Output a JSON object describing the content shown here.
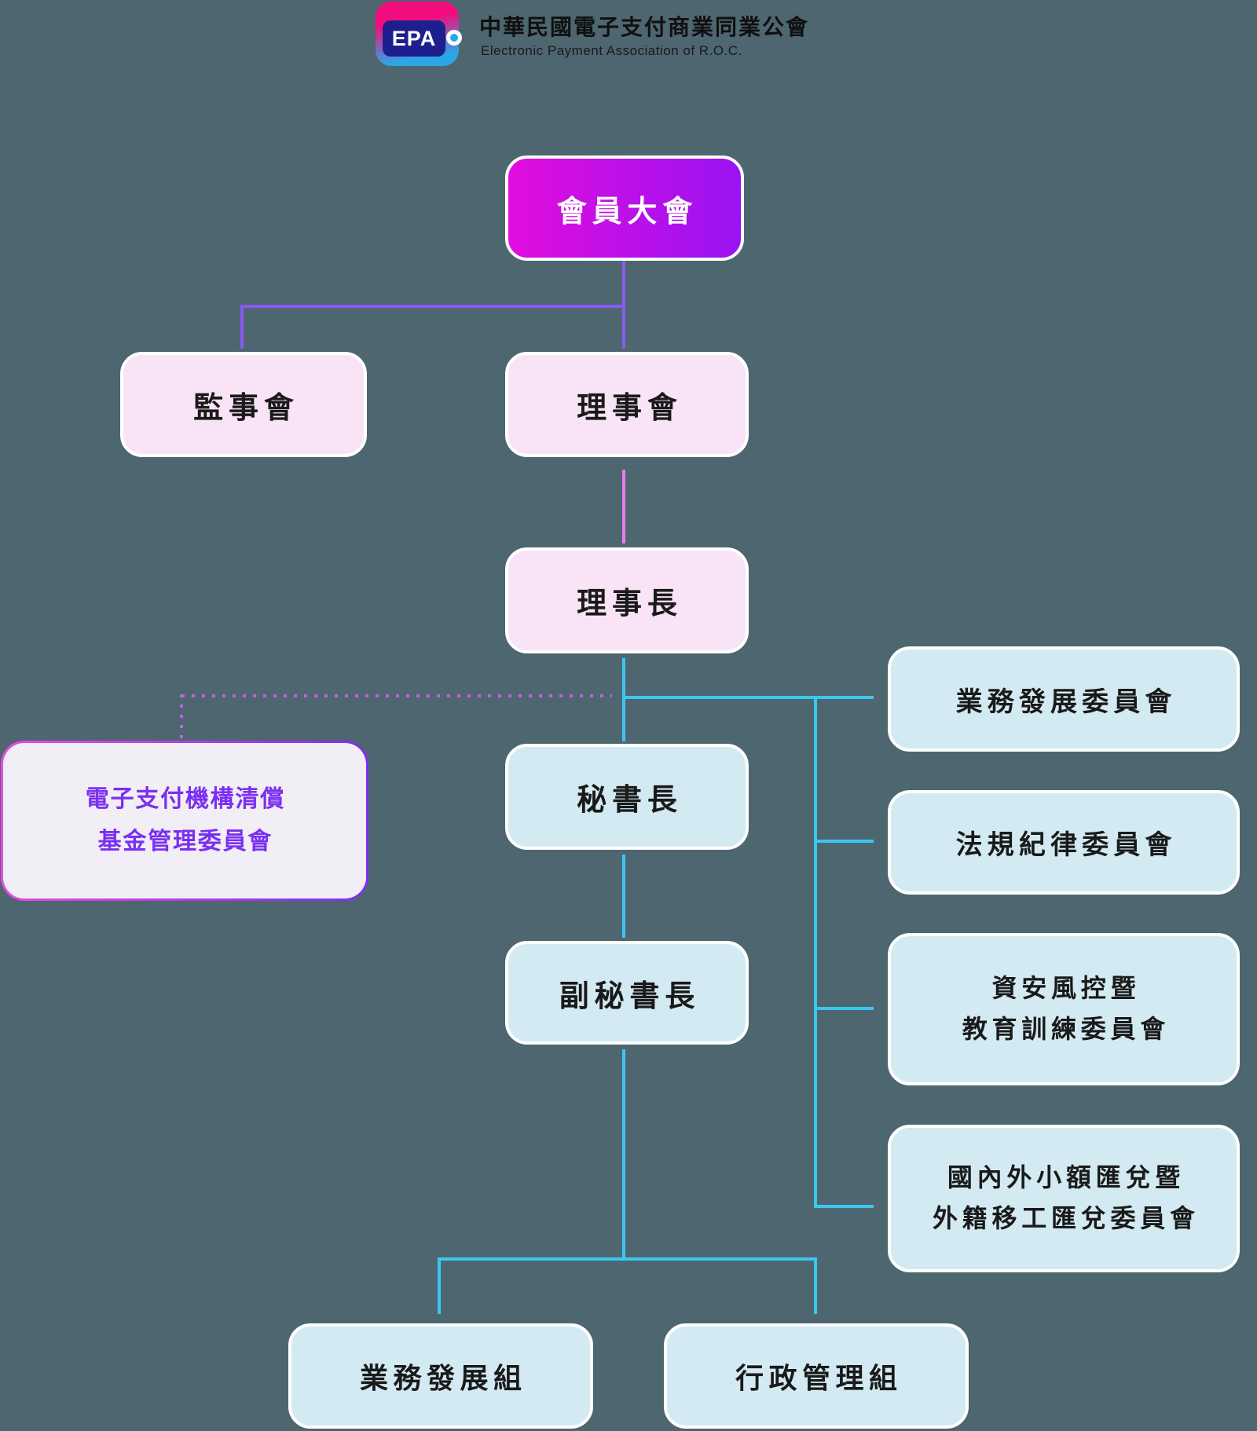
{
  "header": {
    "logo_text": "EPA",
    "org_zh": "中華民國電子支付商業同業公會",
    "org_en": "Electronic Payment Association of R.O.C."
  },
  "nodes": {
    "assembly": {
      "label": "會員大會"
    },
    "supervisors": {
      "label": "監事會"
    },
    "directors": {
      "label": "理事會"
    },
    "chairman": {
      "label": "理事長"
    },
    "secretary": {
      "label": "秘書長"
    },
    "deputy": {
      "label": "副秘書長"
    },
    "fund": {
      "line1": "電子支付機構清償",
      "line2": "基金管理委員會"
    },
    "committee_business": {
      "label": "業務發展委員會"
    },
    "committee_legal": {
      "label": "法規紀律委員會"
    },
    "committee_security": {
      "line1": "資安風控暨",
      "line2": "教育訓練委員會"
    },
    "committee_remittance": {
      "line1": "國內外小額匯兌暨",
      "line2": "外籍移工匯兌委員會"
    },
    "group_business": {
      "label": "業務發展組"
    },
    "group_admin": {
      "label": "行政管理組"
    }
  },
  "colors": {
    "background": "#4D6670",
    "assembly_gradient_start": "#E10DDE",
    "assembly_gradient_end": "#9913F2",
    "pink_box_fill": "#F8E4F6",
    "blue_box_fill": "#D3EAF3",
    "fund_box_fill": "#F1EEF5",
    "fund_border_start": "#E84BE0",
    "fund_border_end": "#7D2FF0",
    "fund_text": "#7B2FF2",
    "purple_line": "#8B5AF2",
    "pink_line": "#EE7AEF",
    "cyan_line": "#3CC7F2",
    "dotted_line": "#C45FE3",
    "logo_pink": "#F30D7C",
    "logo_blue": "#2BA7E8",
    "logo_navy": "#1D1F8E"
  }
}
